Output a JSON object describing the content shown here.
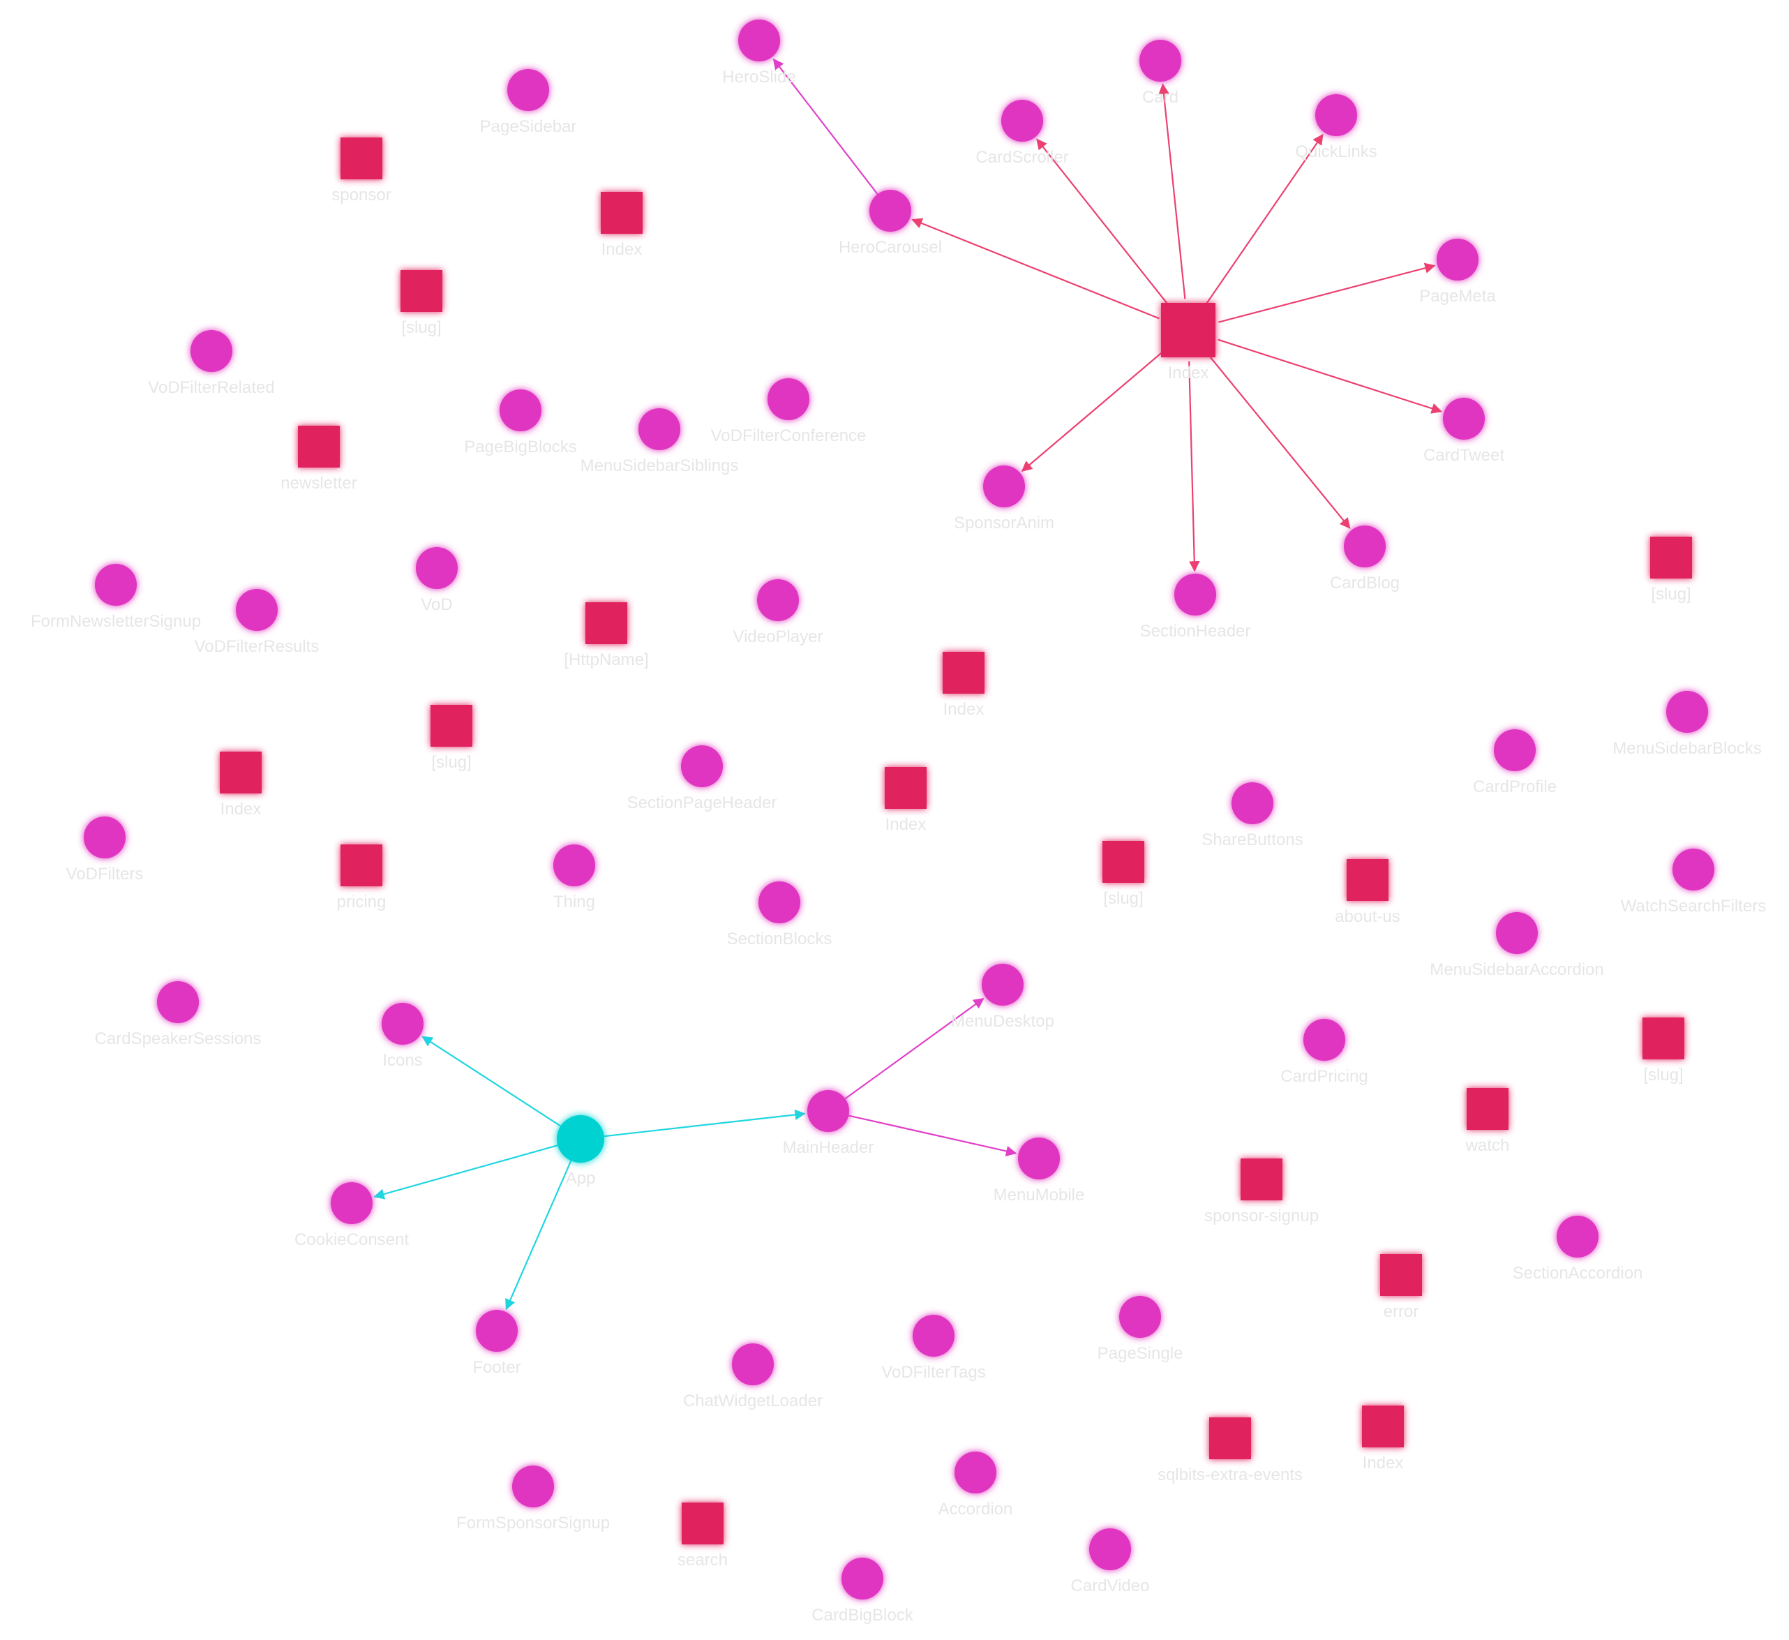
{
  "colors": {
    "background": "#ffffff",
    "page": "#e0245e",
    "component": "#e036c0",
    "app": "#00d1d1",
    "page_edge": "#ec4070",
    "component_edge": "#e040c8",
    "app_edge": "#1fd6e0",
    "label": "#e6e6e6"
  },
  "nodes": [
    {
      "id": "n_page_index_main",
      "label": "Index",
      "kind": "page"
    },
    {
      "id": "n_heroslide",
      "label": "HeroSlide",
      "kind": "component"
    },
    {
      "id": "n_herocarousel",
      "label": "HeroCarousel",
      "kind": "component"
    },
    {
      "id": "n_cardscroller",
      "label": "CardScroller",
      "kind": "component"
    },
    {
      "id": "n_card",
      "label": "Card",
      "kind": "component"
    },
    {
      "id": "n_quicklinks",
      "label": "QuickLinks",
      "kind": "component"
    },
    {
      "id": "n_pagemeta",
      "label": "PageMeta",
      "kind": "component"
    },
    {
      "id": "n_cardtweet",
      "label": "CardTweet",
      "kind": "component"
    },
    {
      "id": "n_cardblog",
      "label": "CardBlog",
      "kind": "component"
    },
    {
      "id": "n_sectionheader",
      "label": "SectionHeader",
      "kind": "component"
    },
    {
      "id": "n_sponsoranim",
      "label": "SponsorAnim",
      "kind": "component"
    },
    {
      "id": "n_pagesidebar",
      "label": "PageSidebar",
      "kind": "component"
    },
    {
      "id": "n_page_sponsor",
      "label": "sponsor",
      "kind": "page"
    },
    {
      "id": "n_page_index2",
      "label": "Index",
      "kind": "page"
    },
    {
      "id": "n_page_slug1",
      "label": "[slug]",
      "kind": "page"
    },
    {
      "id": "n_vodfilterrelated",
      "label": "VoDFilterRelated",
      "kind": "component"
    },
    {
      "id": "n_pagebigblocks",
      "label": "PageBigBlocks",
      "kind": "component"
    },
    {
      "id": "n_menusidebarsiblings",
      "label": "MenuSidebarSiblings",
      "kind": "component"
    },
    {
      "id": "n_vodfilterconference",
      "label": "VoDFilterConference",
      "kind": "component"
    },
    {
      "id": "n_page_newsletter",
      "label": "newsletter",
      "kind": "page"
    },
    {
      "id": "n_page_slug_right",
      "label": "[slug]",
      "kind": "page"
    },
    {
      "id": "n_formnewslettersignup",
      "label": "FormNewsletterSignup",
      "kind": "component"
    },
    {
      "id": "n_vod",
      "label": "VoD",
      "kind": "component"
    },
    {
      "id": "n_vodfilterresults",
      "label": "VoDFilterResults",
      "kind": "component"
    },
    {
      "id": "n_page_httpname",
      "label": "[HttpName]",
      "kind": "page"
    },
    {
      "id": "n_videoplayer",
      "label": "VideoPlayer",
      "kind": "component"
    },
    {
      "id": "n_page_index3",
      "label": "Index",
      "kind": "page"
    },
    {
      "id": "n_menusidebarblocks",
      "label": "MenuSidebarBlocks",
      "kind": "component"
    },
    {
      "id": "n_cardprofile",
      "label": "CardProfile",
      "kind": "component"
    },
    {
      "id": "n_page_slug2",
      "label": "[slug]",
      "kind": "page"
    },
    {
      "id": "n_page_index4",
      "label": "Index",
      "kind": "page"
    },
    {
      "id": "n_sectionpageheader",
      "label": "SectionPageHeader",
      "kind": "component"
    },
    {
      "id": "n_page_index5",
      "label": "Index",
      "kind": "page"
    },
    {
      "id": "n_sharebuttons",
      "label": "ShareButtons",
      "kind": "component"
    },
    {
      "id": "n_vodfilters",
      "label": "VoDFilters",
      "kind": "component"
    },
    {
      "id": "n_page_pricing",
      "label": "pricing",
      "kind": "page"
    },
    {
      "id": "n_thing",
      "label": "Thing",
      "kind": "component"
    },
    {
      "id": "n_sectionblocks",
      "label": "SectionBlocks",
      "kind": "component"
    },
    {
      "id": "n_page_slug3",
      "label": "[slug]",
      "kind": "page"
    },
    {
      "id": "n_page_aboutus",
      "label": "about-us",
      "kind": "page"
    },
    {
      "id": "n_watchsearchfilters",
      "label": "WatchSearchFilters",
      "kind": "component"
    },
    {
      "id": "n_menusidebaraccordion",
      "label": "MenuSidebarAccordion",
      "kind": "component"
    },
    {
      "id": "n_cardspeakersessions",
      "label": "CardSpeakerSessions",
      "kind": "component"
    },
    {
      "id": "n_icons",
      "label": "Icons",
      "kind": "component"
    },
    {
      "id": "n_menudesktop",
      "label": "MenuDesktop",
      "kind": "component"
    },
    {
      "id": "n_cardpricing",
      "label": "CardPricing",
      "kind": "component"
    },
    {
      "id": "n_page_slug4",
      "label": "[slug]",
      "kind": "page"
    },
    {
      "id": "n_page_watch",
      "label": "watch",
      "kind": "page"
    },
    {
      "id": "n_app",
      "label": "App",
      "kind": "app"
    },
    {
      "id": "n_mainheader",
      "label": "MainHeader",
      "kind": "component"
    },
    {
      "id": "n_menumobile",
      "label": "MenuMobile",
      "kind": "component"
    },
    {
      "id": "n_cookieconsent",
      "label": "CookieConsent",
      "kind": "component"
    },
    {
      "id": "n_page_sponsorsignup",
      "label": "sponsor-signup",
      "kind": "page"
    },
    {
      "id": "n_sectionaccordion",
      "label": "SectionAccordion",
      "kind": "component"
    },
    {
      "id": "n_page_error",
      "label": "error",
      "kind": "page"
    },
    {
      "id": "n_footer",
      "label": "Footer",
      "kind": "component"
    },
    {
      "id": "n_pagesingle",
      "label": "PageSingle",
      "kind": "component"
    },
    {
      "id": "n_vodfiltertags",
      "label": "VoDFilterTags",
      "kind": "component"
    },
    {
      "id": "n_chatwidgetloader",
      "label": "ChatWidgetLoader",
      "kind": "component"
    },
    {
      "id": "n_page_sqlbits",
      "label": "sqlbits-extra-events",
      "kind": "page"
    },
    {
      "id": "n_page_index6",
      "label": "Index",
      "kind": "page"
    },
    {
      "id": "n_accordion",
      "label": "Accordion",
      "kind": "component"
    },
    {
      "id": "n_formsponsorsignup",
      "label": "FormSponsorSignup",
      "kind": "component"
    },
    {
      "id": "n_page_search",
      "label": "search",
      "kind": "page"
    },
    {
      "id": "n_cardvideo",
      "label": "CardVideo",
      "kind": "component"
    },
    {
      "id": "n_cardbigblock",
      "label": "CardBigBlock",
      "kind": "component"
    }
  ],
  "edges": [
    {
      "from": "n_page_index_main",
      "to": "n_herocarousel"
    },
    {
      "from": "n_page_index_main",
      "to": "n_cardscroller"
    },
    {
      "from": "n_page_index_main",
      "to": "n_card"
    },
    {
      "from": "n_page_index_main",
      "to": "n_quicklinks"
    },
    {
      "from": "n_page_index_main",
      "to": "n_pagemeta"
    },
    {
      "from": "n_page_index_main",
      "to": "n_cardtweet"
    },
    {
      "from": "n_page_index_main",
      "to": "n_cardblog"
    },
    {
      "from": "n_page_index_main",
      "to": "n_sectionheader"
    },
    {
      "from": "n_page_index_main",
      "to": "n_sponsoranim"
    },
    {
      "from": "n_herocarousel",
      "to": "n_heroslide"
    },
    {
      "from": "n_app",
      "to": "n_icons"
    },
    {
      "from": "n_app",
      "to": "n_mainheader"
    },
    {
      "from": "n_app",
      "to": "n_cookieconsent"
    },
    {
      "from": "n_app",
      "to": "n_footer"
    },
    {
      "from": "n_mainheader",
      "to": "n_menudesktop"
    },
    {
      "from": "n_mainheader",
      "to": "n_menumobile"
    }
  ]
}
